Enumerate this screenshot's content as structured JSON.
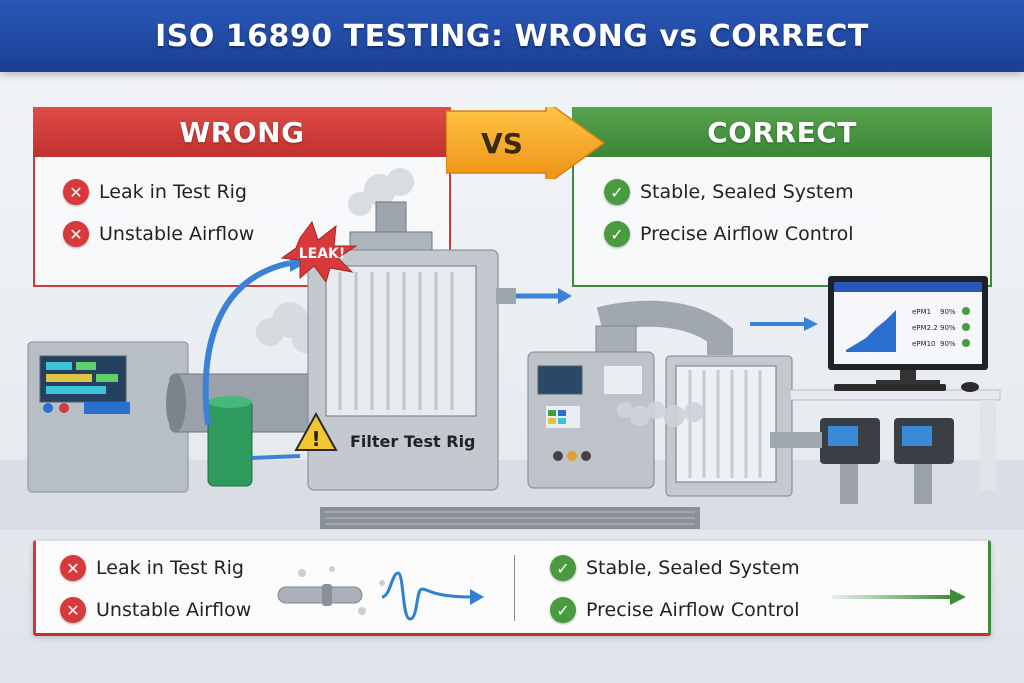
{
  "title": "ISO 16890 TESTING: WRONG vs CORRECT",
  "wrong": {
    "header": "WRONG",
    "items": [
      "Leak in Test Rig",
      "Unstable Airflow"
    ]
  },
  "vs": "VS",
  "correct": {
    "header": "CORRECT",
    "items": [
      "Stable, Sealed System",
      "Precise Airflow Control"
    ]
  },
  "scene": {
    "leak_label": "LEAK!",
    "rig_label": "Filter Test Rig",
    "monitor": {
      "rows": [
        {
          "label": "ePM1",
          "value": "90%"
        },
        {
          "label": "ePM2.2",
          "value": "90%"
        },
        {
          "label": "ePM10",
          "value": "90%"
        }
      ]
    }
  },
  "bottom": {
    "wrong_items": [
      "Leak in Test Rig",
      "Unstable Airflow"
    ],
    "correct_items": [
      "Stable, Sealed System",
      "Precise Airflow Control"
    ]
  },
  "colors": {
    "title_bg": "#1f4aa6",
    "wrong": "#d23a3a",
    "correct": "#3c8d3a",
    "vs_arrow": "#f2a31f",
    "flow_arrow": "#3b82d6"
  },
  "icons": {
    "wrong_mark": "x-circle-icon",
    "correct_mark": "check-circle-icon",
    "warning": "warning-triangle-icon"
  }
}
